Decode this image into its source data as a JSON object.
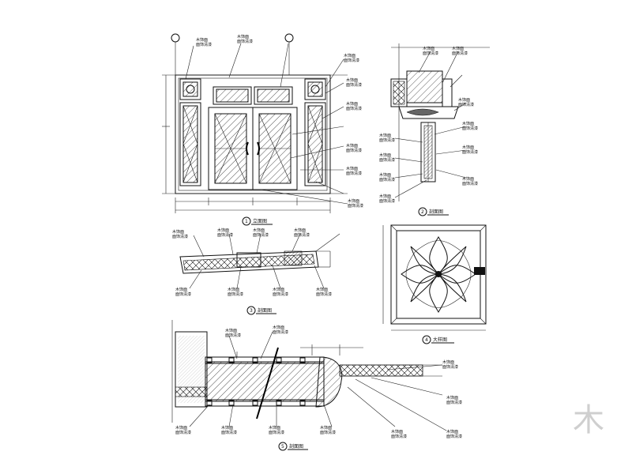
{
  "drawing": {
    "grid_axis_left": "",
    "grid_axis_right": "",
    "views": [
      {
        "id": "v1",
        "caption": "立面图",
        "marker": "1"
      },
      {
        "id": "v2",
        "caption": "剖面图",
        "marker": "2"
      },
      {
        "id": "v3",
        "caption": "剖面图",
        "marker": "3"
      },
      {
        "id": "v4",
        "caption": "大样图",
        "marker": "4"
      },
      {
        "id": "v5",
        "caption": "剖面图",
        "marker": "5"
      }
    ],
    "callout_text": "木饰面 ",
    "callout_sub": "面饰清漆",
    "dimensions": {
      "overall_width": "",
      "overall_height": "",
      "panel_size": ""
    },
    "watermark": "木"
  }
}
